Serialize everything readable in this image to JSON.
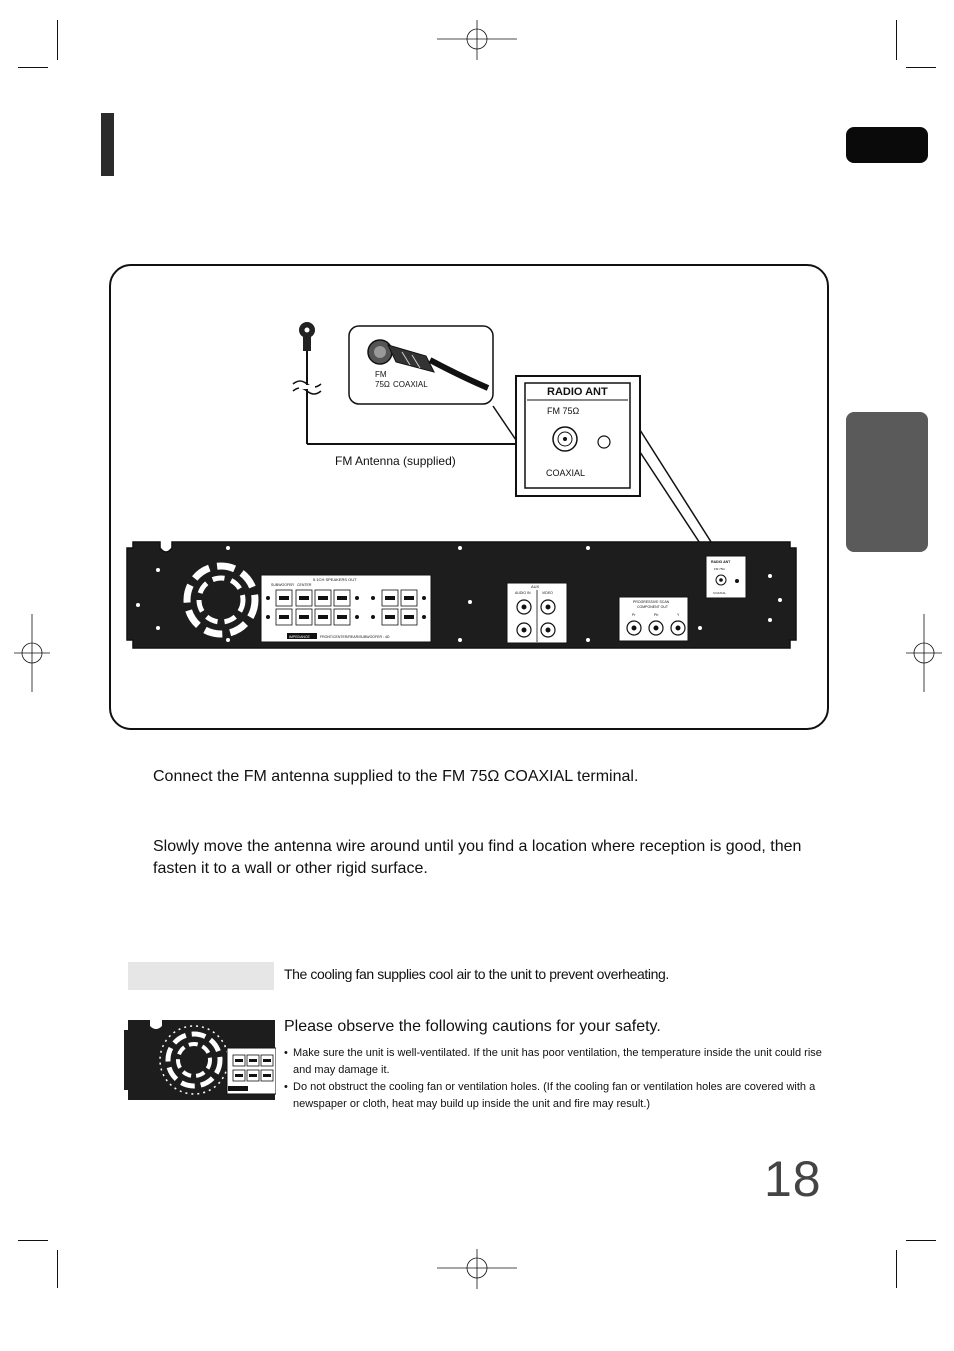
{
  "diagram": {
    "antenna_caption": "FM Antenna (supplied)",
    "inset_fm_label": "FM",
    "inset_ohm_label": "75Ω",
    "inset_coaxial_label": "COAXIAL",
    "radio_ant_title": "RADIO ANT",
    "radio_ant_fm": "FM 75Ω",
    "radio_ant_coaxial": "COAXIAL",
    "panel_speakers_title": "5.1CH SPEAKERS OUT",
    "panel_subwoofer": "SUBWOOFER",
    "panel_center": "CENTER",
    "panel_impedance": "IMPEDANCE",
    "panel_impedance_detail": "FRONT/CENTER/REAR/SUBWOOFER : 4Ω",
    "panel_aux": "AUX",
    "panel_audio_in": "AUDIO IN",
    "panel_video": "VIDEO",
    "panel_progressive": "PROGRESSIVE SCAN",
    "panel_component_out": "COMPONENT OUT",
    "panel_pr": "Pr",
    "panel_pb": "Pb",
    "panel_y": "Y",
    "panel_radio_ant": "RADIO ANT",
    "panel_fm75": "FM 75Ω",
    "panel_coaxial": "COAXIAL"
  },
  "steps": {
    "step1": "Connect the FM antenna supplied to the FM 75Ω COAXIAL terminal.",
    "step2": "Slowly move the antenna wire around until you find a location where reception is good, then fasten it to a wall or other rigid surface."
  },
  "fan_note": "The cooling fan supplies cool air to the unit to  prevent overheating.",
  "caution": {
    "title": "Please observe the following cautions for your safety.",
    "items": [
      "Make sure the unit is well-ventilated. If the unit has poor ventilation, the temperature inside the unit could rise and may damage it.",
      "Do not obstruct the cooling fan or ventilation holes. (If the cooling fan or ventilation holes are covered with a newspaper or cloth, heat may build up inside the unit and fire may result.)"
    ]
  },
  "page_number": "18"
}
